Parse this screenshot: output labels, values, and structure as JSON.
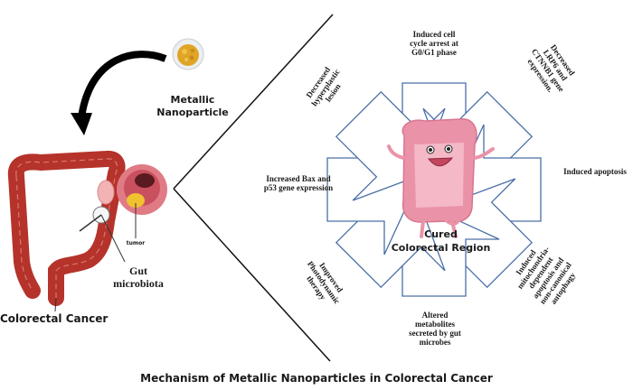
{
  "title": "Mechanism of Metallic Nanoparticles in Colorectal Cancer",
  "left_panel": {
    "nanoparticle_label_line1": "Metallic",
    "nanoparticle_label_line2": "Nanoparticle",
    "cancer_label": "Colorectal Cancer",
    "gut_label_line1": "Gut",
    "gut_label_line2": "microbiota",
    "tumor_label": "tumor"
  },
  "center": {
    "label_line1": "Cured",
    "label_line2": "Colorectal Region"
  },
  "mechanisms": [
    {
      "id": "top",
      "line1": "Induced cell",
      "line2": "cycle arrest at",
      "line3": "G0/G1 phase"
    },
    {
      "id": "top-right",
      "line1": "Decreased",
      "line2": "LRP6 and",
      "line3": "CTNNB1 gene",
      "line4": "expression."
    },
    {
      "id": "right",
      "line1": "Induced apoptosis"
    },
    {
      "id": "bottom-right",
      "line1": "Induced",
      "line2": "mitochondria-",
      "line3": "dependent",
      "line4": "apoptosis and",
      "line5": "non-canonical",
      "line6": "autophagy"
    },
    {
      "id": "bottom",
      "line1": "Altered",
      "line2": "metabolites",
      "line3": "secreted by gut",
      "line4": "microbes"
    },
    {
      "id": "bottom-left",
      "line1": "Improved",
      "line2": "Photodynamic",
      "line3": "therapy"
    },
    {
      "id": "left",
      "line1": "Increased Bax and",
      "line2": "p53 gene expression"
    },
    {
      "id": "top-left",
      "line1": "Decreased",
      "line2": "hyperplastic",
      "line3": "lesion"
    }
  ],
  "colors": {
    "arrow_stroke": "#4a6fa8",
    "colon_red": "#b5332b",
    "cured_pink": "#e98aa0",
    "nanoparticle_gold": "#e0a526"
  }
}
